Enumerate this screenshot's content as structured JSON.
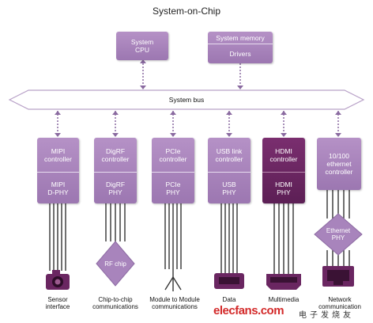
{
  "title": "System-on-Chip",
  "cpu": {
    "line1": "System",
    "line2": "CPU"
  },
  "memory": {
    "header": "System memory",
    "body": "Drivers"
  },
  "bus": "System bus",
  "blocks": [
    {
      "top1": "MIPI",
      "top2": "controller",
      "bot1": "MIPI",
      "bot2": "D-PHY",
      "dark": false,
      "caption1": "Sensor",
      "caption2": "interface"
    },
    {
      "top1": "DigRF",
      "top2": "controller",
      "bot1": "DigRF",
      "bot2": "PHY",
      "dark": false,
      "caption1": "Chip-to-chip",
      "caption2": "communications"
    },
    {
      "top1": "PCIe",
      "top2": "controller",
      "bot1": "PCIe",
      "bot2": "PHY",
      "dark": false,
      "caption1": "Module to Module",
      "caption2": "communications"
    },
    {
      "top1": "USB link",
      "top2": "controller",
      "bot1": "USB",
      "bot2": "PHY",
      "dark": false,
      "caption1": "Data",
      "caption2": ""
    },
    {
      "top1": "HDMI",
      "top2": "controller",
      "bot1": "HDMI",
      "bot2": "PHY",
      "dark": true,
      "caption1": "Multimedia",
      "caption2": ""
    },
    {
      "top1": "10/100",
      "top2": "ethernet",
      "top3": "controller",
      "dark": false,
      "caption1": "Network",
      "caption2": "communication"
    }
  ],
  "rf_chip": "RF chip",
  "ethernet_phy": {
    "line1": "Ethernet",
    "line2": "PHY"
  },
  "watermark": "elecfans.com",
  "watermark_cn": "电子发烧友",
  "colors": {
    "light_purple": "#a884bc",
    "dark_purple": "#6a2661",
    "bus_fill": "#ffffff",
    "dotted": "#8a6aa0"
  }
}
